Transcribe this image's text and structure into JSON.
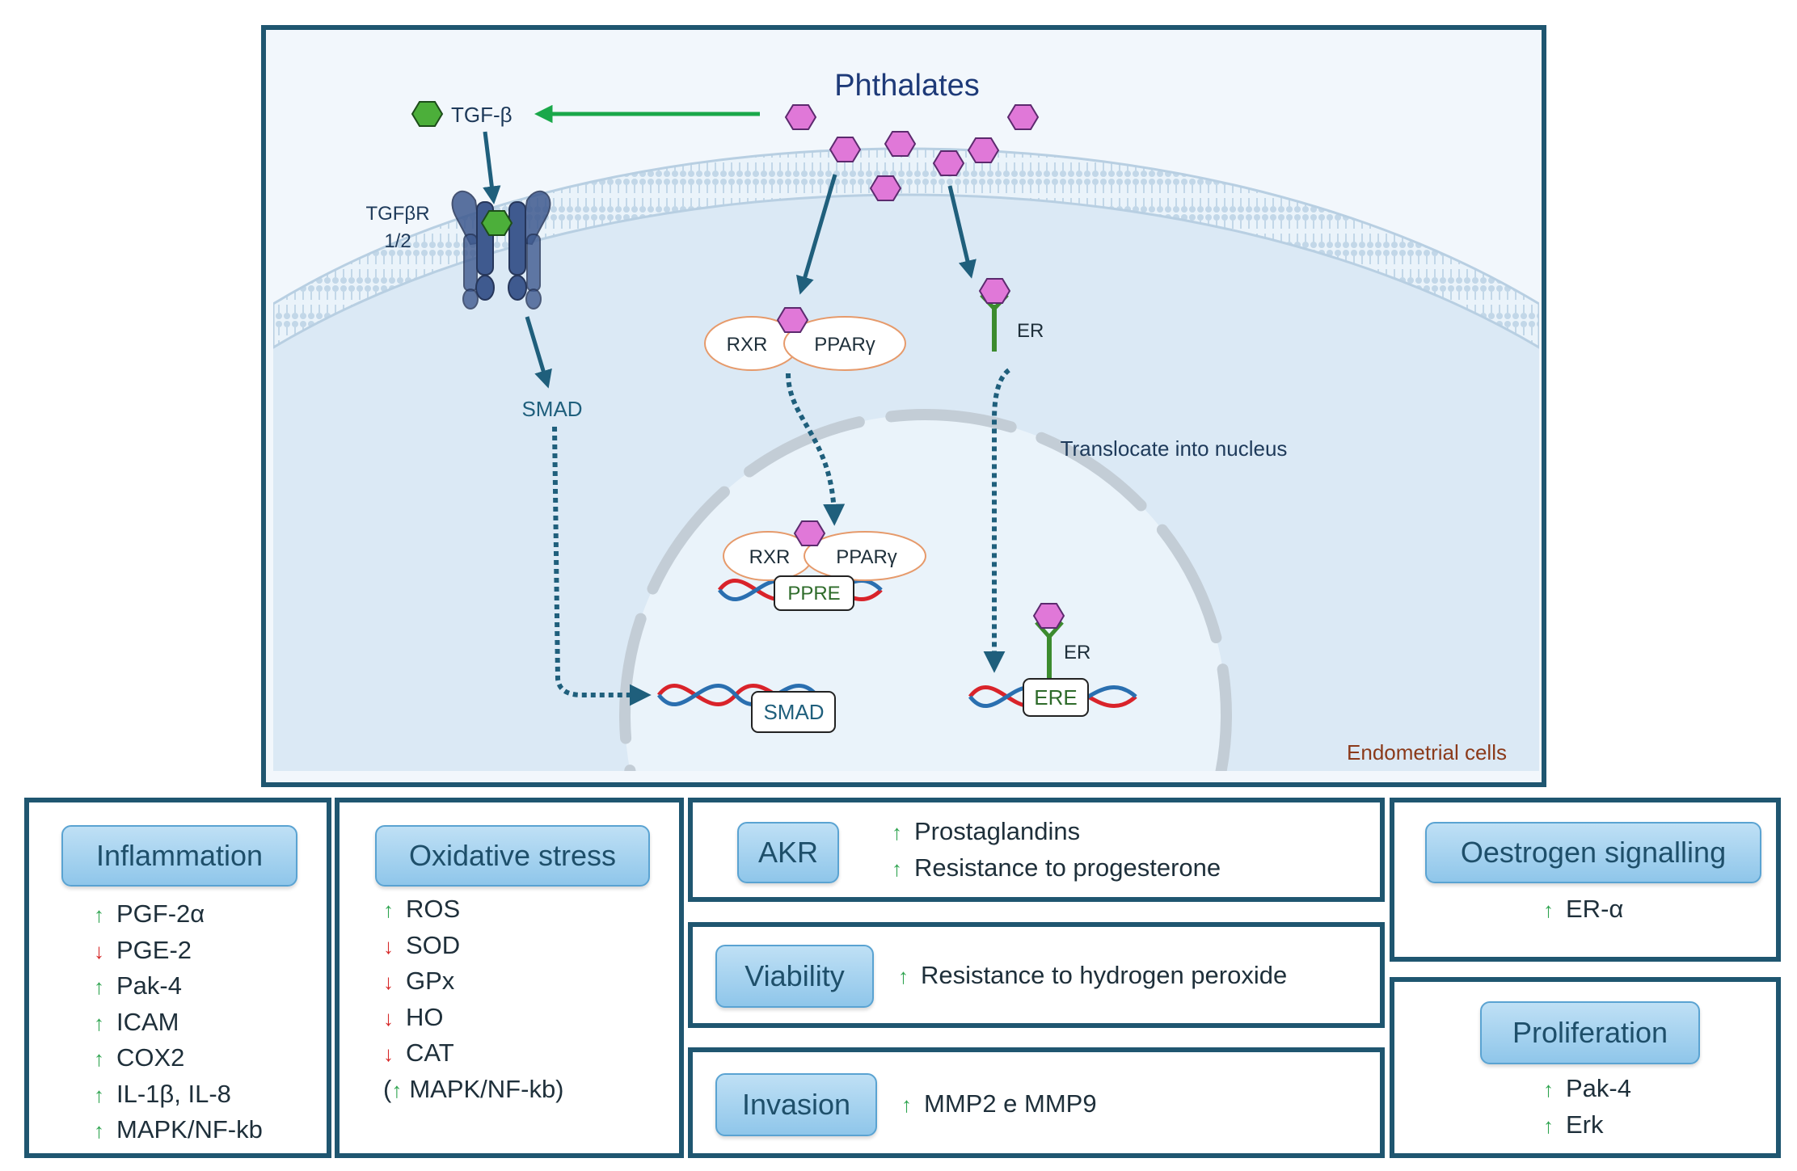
{
  "cell": {
    "ligand": "Phthalates",
    "tgf_label": "TGF-β",
    "receptor_label_1": "TGFβR",
    "receptor_label_2": "1/2",
    "smad_label": "SMAD",
    "rxr_label": "RXR",
    "ppar_label": "PPARγ",
    "er_label": "ER",
    "translocate_label": "Translocate into nucleus",
    "ppre_label": "PPRE",
    "ere_label": "ERE",
    "cell_type": "Endometrial cells"
  },
  "effects": {
    "inflammation": {
      "title": "Inflammation",
      "items": [
        {
          "dir": "up",
          "text": "PGF-2α"
        },
        {
          "dir": "down",
          "text": "PGE-2"
        },
        {
          "dir": "up",
          "text": "Pak-4"
        },
        {
          "dir": "up",
          "text": "ICAM"
        },
        {
          "dir": "up",
          "text": "COX2"
        },
        {
          "dir": "up",
          "text": "IL-1β, IL-8"
        },
        {
          "dir": "up",
          "text": "MAPK/NF-kb"
        }
      ]
    },
    "oxidative": {
      "title": "Oxidative stress",
      "items": [
        {
          "dir": "up",
          "text": "ROS"
        },
        {
          "dir": "down",
          "text": "SOD"
        },
        {
          "dir": "down",
          "text": "GPx"
        },
        {
          "dir": "down",
          "text": "HO"
        },
        {
          "dir": "down",
          "text": "CAT"
        }
      ],
      "footnote_open": "(",
      "footnote_text": "MAPK/NF-kb)"
    },
    "akr": {
      "title": "AKR",
      "items": [
        {
          "dir": "up",
          "text": "Prostaglandins"
        },
        {
          "dir": "up",
          "text": "Resistance to progesterone"
        }
      ]
    },
    "viability": {
      "title": "Viability",
      "items": [
        {
          "dir": "up",
          "text": "Resistance to hydrogen peroxide"
        }
      ]
    },
    "invasion": {
      "title": "Invasion",
      "items": [
        {
          "dir": "up",
          "text": "MMP2 e MMP9"
        }
      ]
    },
    "oestrogen": {
      "title": "Oestrogen signalling",
      "items": [
        {
          "dir": "up",
          "text": "ER-α"
        }
      ]
    },
    "proliferation": {
      "title": "Proliferation",
      "items": [
        {
          "dir": "up",
          "text": "Pak-4"
        },
        {
          "dir": "up",
          "text": "Erk"
        }
      ]
    }
  },
  "colors": {
    "frame": "#1f5670",
    "pill": "#9fd0ee",
    "phthalate": "#e078d8",
    "tgf": "#4caf3a",
    "receptor": "#3f5a8f",
    "arrow": "#1f5f7c",
    "green_arrow": "#1aa84a",
    "er": "#3c8b2e",
    "dna_red": "#d9232a",
    "dna_blue": "#2a6fb0",
    "up_arrow": "#2ea44f",
    "down_arrow": "#d62a2a",
    "cell_type_text": "#8b3a1a"
  }
}
